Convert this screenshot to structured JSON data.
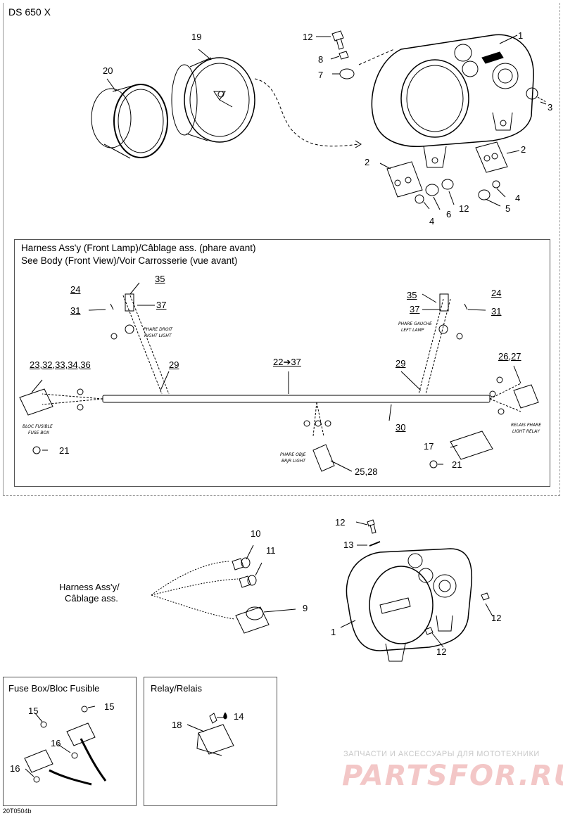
{
  "model": "DS 650 X",
  "top_section": {
    "callouts": {
      "c1": "1",
      "c2a": "2",
      "c2b": "2",
      "c3": "3",
      "c4a": "4",
      "c4b": "4",
      "c5": "5",
      "c6": "6",
      "c7": "7",
      "c8": "8",
      "c12a": "12",
      "c12b": "12",
      "c19": "19",
      "c20": "20"
    }
  },
  "harness_section": {
    "title_line1": "Harness Ass'y (Front Lamp)/Câblage ass. (phare avant)",
    "title_line2": "See Body (Front View)/Voir Carrosserie (vue avant)",
    "callouts": {
      "c24l": "24",
      "c31l": "31",
      "c35l": "35",
      "c37l": "37",
      "c35r": "35",
      "c37r": "37",
      "c24r": "24",
      "c31r": "31",
      "c29l": "29",
      "c29r": "29",
      "c22_37": "22➔37",
      "c23_36": "23,32,33,34,36",
      "c26_27": "26,27",
      "c30": "30",
      "c17": "17",
      "c21a": "21",
      "c21b": "21",
      "c25_28": "25,28"
    },
    "part_labels": {
      "phare_droit": "PHARE DROIT",
      "right_light": "RIGHT LIGHT",
      "phare_gauche": "PHARE GAUCHE",
      "left_lamp": "LEFT LAMP",
      "bloc_fusible": "BLOC FUSIBLE",
      "fuse_box": "FUSE BOX",
      "phare_ouje": "PHARE OBJE",
      "brjr_light": "BRJR LIGHT",
      "relais_phare": "RELAIS PHARE",
      "light_relay": "LIGHT RELAY"
    }
  },
  "middle_section": {
    "harness_label_line1": "Harness Ass'y/",
    "harness_label_line2": "Câblage ass.",
    "callouts": {
      "c1": "1",
      "c9": "9",
      "c10": "10",
      "c11": "11",
      "c12a": "12",
      "c12b": "12",
      "c12c": "12",
      "c13": "13"
    }
  },
  "fuse_box_section": {
    "title": "Fuse Box/Bloc Fusible",
    "callouts": {
      "c15a": "15",
      "c15b": "15",
      "c16a": "16",
      "c16b": "16"
    }
  },
  "relay_section": {
    "title": "Relay/Relais",
    "callouts": {
      "c18": "18",
      "c14": "14"
    }
  },
  "watermark": {
    "line1": "ЗАПЧАСТИ И АКСЕССУАРЫ ДЛЯ МОТОТЕХНИКИ",
    "line2": "PARTSFOR.RU"
  },
  "figure_code": "20T0504b"
}
